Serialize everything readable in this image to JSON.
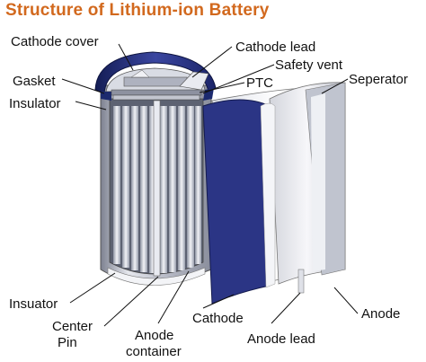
{
  "title": "Structure of Lithium-ion Battery",
  "labels": {
    "cathode_cover": "Cathode cover",
    "gasket": "Gasket",
    "insulator": "Insulator",
    "cathode_lead": "Cathode lead",
    "safety_vent": "Safety vent",
    "ptc": "PTC",
    "seperator": "Seperator",
    "insuator": "Insuator",
    "center_pin_1": "Center",
    "center_pin_2": "Pin",
    "anode_container_1": "Anode",
    "anode_container_2": "container",
    "cathode": "Cathode",
    "anode_lead": "Anode lead",
    "anode": "Anode"
  },
  "colors": {
    "title": "#d2691e",
    "cap_navy": "#1c2a6e",
    "cathode_sheet": "#2b3585",
    "metal": "#c9ccd6",
    "label": "#111111"
  }
}
